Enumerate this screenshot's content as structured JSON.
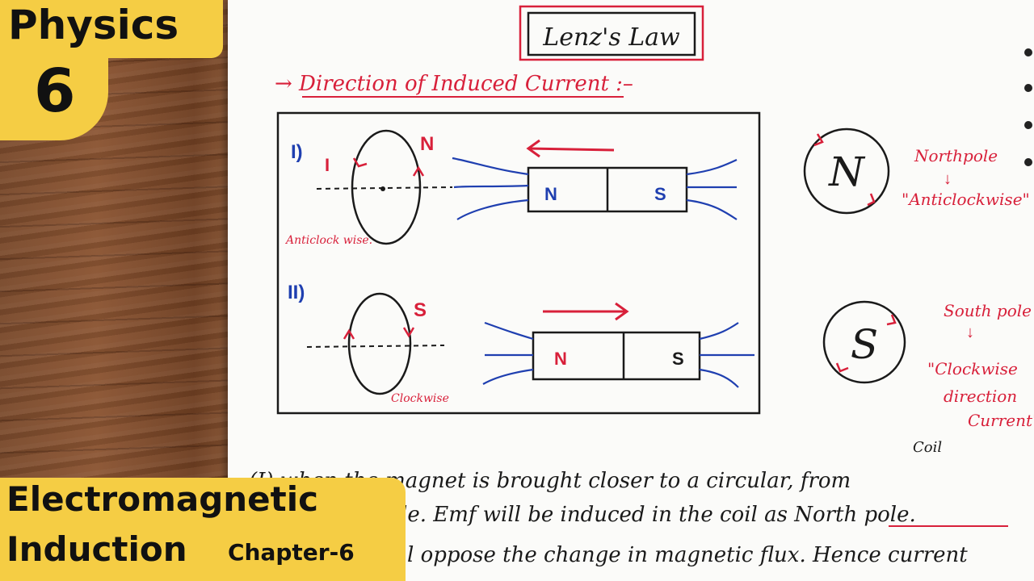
{
  "badges": {
    "subject": "Physics",
    "number": "6",
    "topic_line1": "Electromagnetic",
    "topic_line2": "Induction",
    "chapter": "Chapter-6"
  },
  "notes": {
    "title": "Lenz's Law",
    "heading": "→ Direction of Induced Current :–",
    "case1": {
      "label": "I)",
      "current_label": "I",
      "coil_pole": "N",
      "magnet_left": "N",
      "magnet_right": "S",
      "direction": "Anticlock wise."
    },
    "case2": {
      "label": "II)",
      "coil_pole": "S",
      "magnet_left": "N",
      "magnet_right": "S",
      "direction": "Clockwise"
    },
    "north_circle_letter": "N",
    "north_note": {
      "line1": "Northpole",
      "arrow": "↓",
      "line2": "\"Anticlockwise\""
    },
    "south_circle_letter": "S",
    "south_note": {
      "line1": "South pole",
      "arrow": "↓",
      "line2": "\"Clockwise",
      "line3": "direction",
      "line4": "Current\""
    },
    "paragraph": {
      "coil_word": "Coil",
      "line1": "(I) when the magnet is brought closer to a circular, from",
      "line2": "le.  Emf will be induced in the coil as North pole.",
      "line3": "l oppose the change in magnetic flux. Hence current"
    }
  },
  "colors": {
    "ink_red": "#d8203a",
    "ink_blue": "#1f3fb0",
    "ink_black": "#1a1a1a",
    "badge_yellow": "#f5cd44"
  }
}
